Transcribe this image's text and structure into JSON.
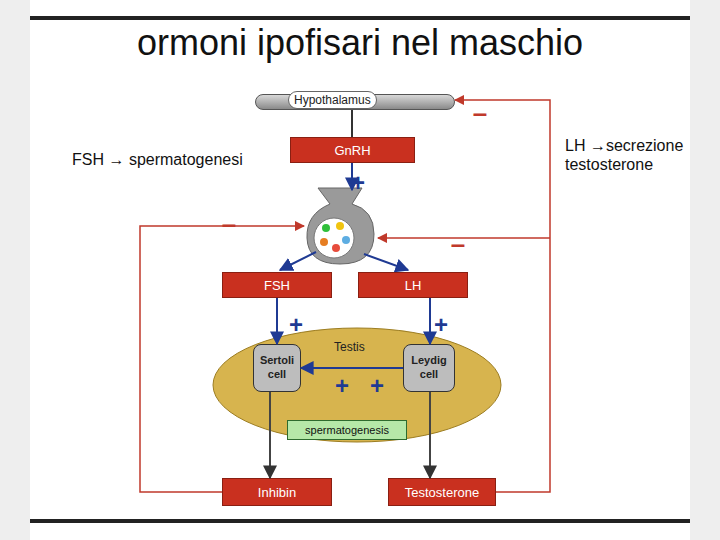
{
  "diagram": {
    "title": "ormoni ipofisari nel maschio",
    "nodes": [
      {
        "text": [
          "Hypothalamus"
        ]
      },
      {
        "text": [
          "GnRH"
        ]
      },
      {
        "text": [
          "FSH"
        ]
      },
      {
        "text": [
          "LH"
        ]
      },
      {
        "text": [
          "Testis"
        ]
      },
      {
        "text": [
          "Sertoli cell"
        ],
        "in": 4
      },
      {
        "text": [
          "Leydig cell"
        ],
        "in": 4
      },
      {
        "text": [
          "spermatogenesis"
        ],
        "in": 4
      },
      {
        "text": [
          "Inhibin"
        ]
      },
      {
        "text": [
          "Testosterone"
        ]
      }
    ],
    "edges": [
      {
        "from": 0,
        "to": 1,
        "arrow": "none"
      },
      {
        "from": 2,
        "to": 5,
        "arrow": "to"
      },
      {
        "from": 3,
        "to": 6,
        "arrow": "to"
      },
      {
        "from": 6,
        "to": 5,
        "arrow": "to"
      },
      {
        "from": 5,
        "to": 8,
        "arrow": "to"
      },
      {
        "from": 6,
        "to": 9,
        "arrow": "to"
      },
      {
        "from": 9,
        "to": 0,
        "arrow": "to"
      }
    ],
    "labels": [
      "FSH → spermatogenesi",
      "LH →secrezione testosterone",
      "+",
      "–",
      "–",
      "–",
      "+",
      "+",
      "+",
      "+"
    ]
  }
}
